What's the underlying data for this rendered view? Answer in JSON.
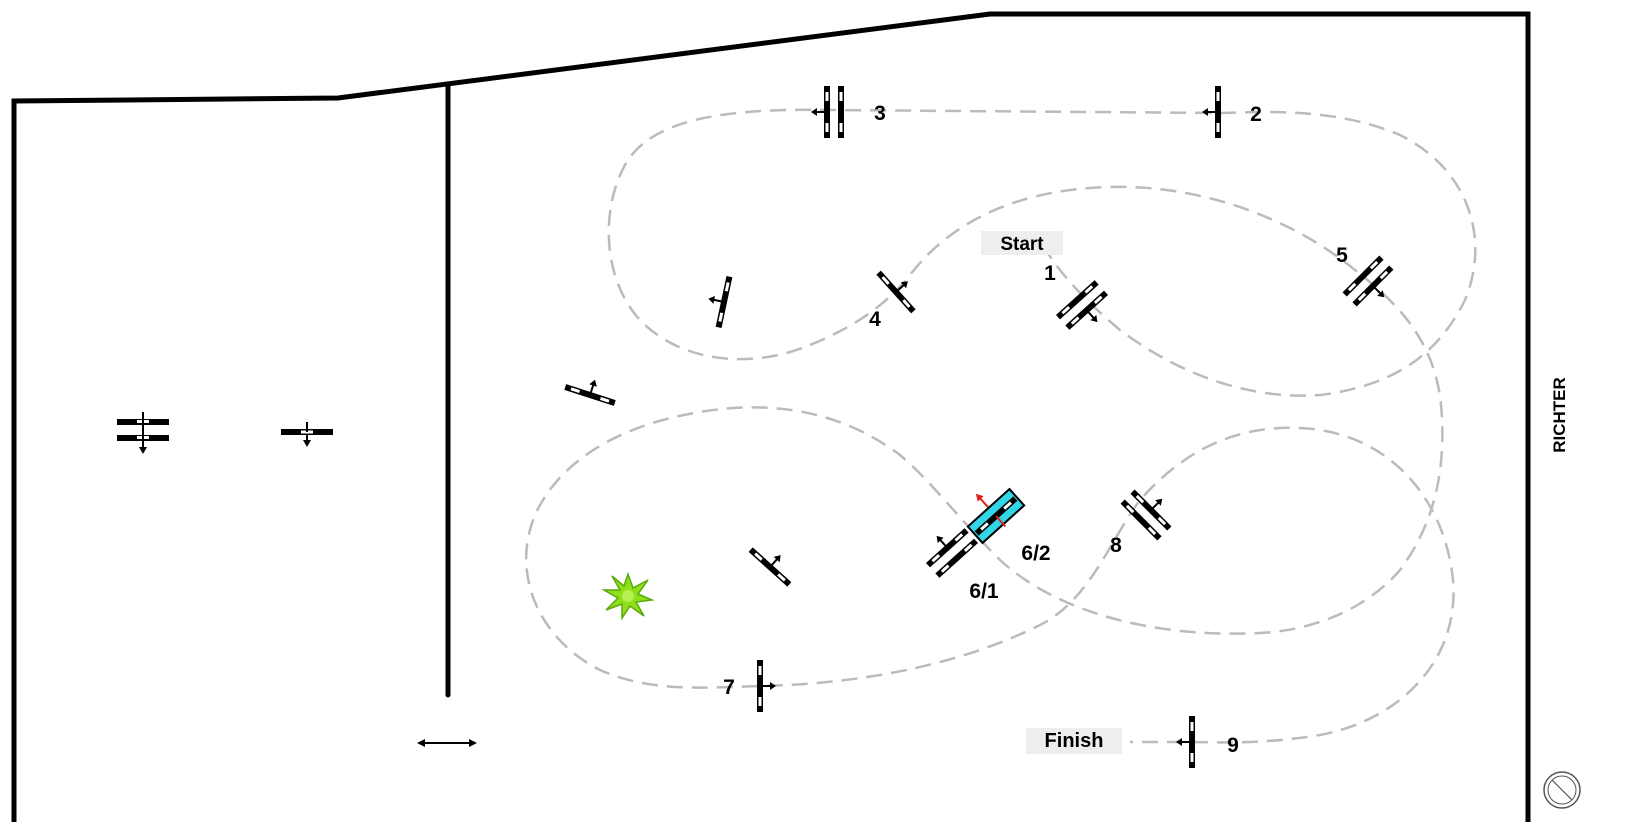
{
  "labels": {
    "start": "Start",
    "finish": "Finish",
    "judge": "RICHTER"
  },
  "obstacle_numbers": {
    "n1": "1",
    "n2": "2",
    "n3": "3",
    "n4": "4",
    "n5": "5",
    "n6_1": "6/1",
    "n6_2": "6/2",
    "n7": "7",
    "n8": "8",
    "n9": "9"
  },
  "colors": {
    "outline": "#000000",
    "route": "#bbbbbb",
    "label_box": "#eeeeee",
    "water_fill": "#33d6e6",
    "water_arrow": "#e0201a",
    "bush": "#8ee01a"
  },
  "icons": {
    "bush": "bush-icon",
    "compass": "compass-icon",
    "double_arrow": "double-arrow-icon"
  }
}
